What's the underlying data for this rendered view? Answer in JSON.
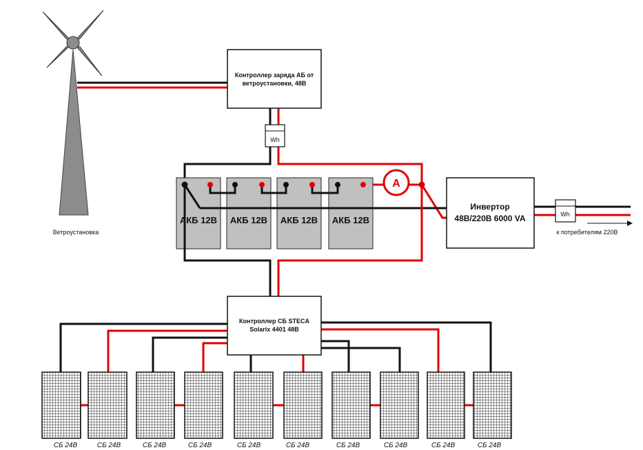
{
  "colors": {
    "positive": "#e00000",
    "negative": "#111111",
    "battery_fill": "#c0c0c0",
    "tower": "#8c8c8c"
  },
  "wind_turbine": {
    "label": "Ветроустановка",
    "icon": "wind-turbine-icon"
  },
  "wind_controller": {
    "line1": "Контроллер заряда АБ от",
    "line2": "ветроустановки, 48В"
  },
  "meter_label": "Wh",
  "batteries": [
    {
      "label": "АКБ 12В"
    },
    {
      "label": "АКБ 12В"
    },
    {
      "label": "АКБ 12В"
    },
    {
      "label": "АКБ 12В"
    }
  ],
  "ammeter_label": "A",
  "inverter": {
    "line1": "Инвертор",
    "line2": "48В/220В  6000 VA"
  },
  "consumers_label": "к потребителям 220В",
  "solar_controller": {
    "line1": "Контроллер СБ STECA",
    "line2": "Solarix 4401 48В"
  },
  "panels": [
    {
      "label": "СБ 24В"
    },
    {
      "label": "СБ 24В"
    },
    {
      "label": "СБ 24В"
    },
    {
      "label": "СБ 24В"
    },
    {
      "label": "СБ 24В"
    },
    {
      "label": "СБ 24В"
    },
    {
      "label": "СБ 24В"
    },
    {
      "label": "СБ 24В"
    },
    {
      "label": "СБ 24В"
    },
    {
      "label": "СБ 24В"
    }
  ]
}
